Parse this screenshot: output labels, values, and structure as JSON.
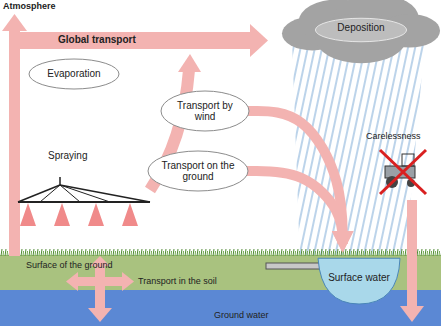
{
  "diagram": {
    "nodes": [
      {
        "text": [
          "Deposition"
        ]
      },
      {
        "text": [
          "Evaporation"
        ]
      },
      {
        "text": [
          "Transport by wind"
        ]
      },
      {
        "text": [
          "Transport on the ground"
        ]
      },
      {
        "text": [
          "Surface water"
        ]
      }
    ],
    "edges": [
      {
        "from": 2,
        "to": 4,
        "arrow": "to"
      },
      {
        "from": 3,
        "to": 4,
        "arrow": "to"
      }
    ],
    "labels": [
      "Atmosphere",
      "Global transport",
      "Spraying",
      "Surface of the ground",
      "Transport in the soil",
      "Ground water",
      "Carelessness"
    ]
  }
}
